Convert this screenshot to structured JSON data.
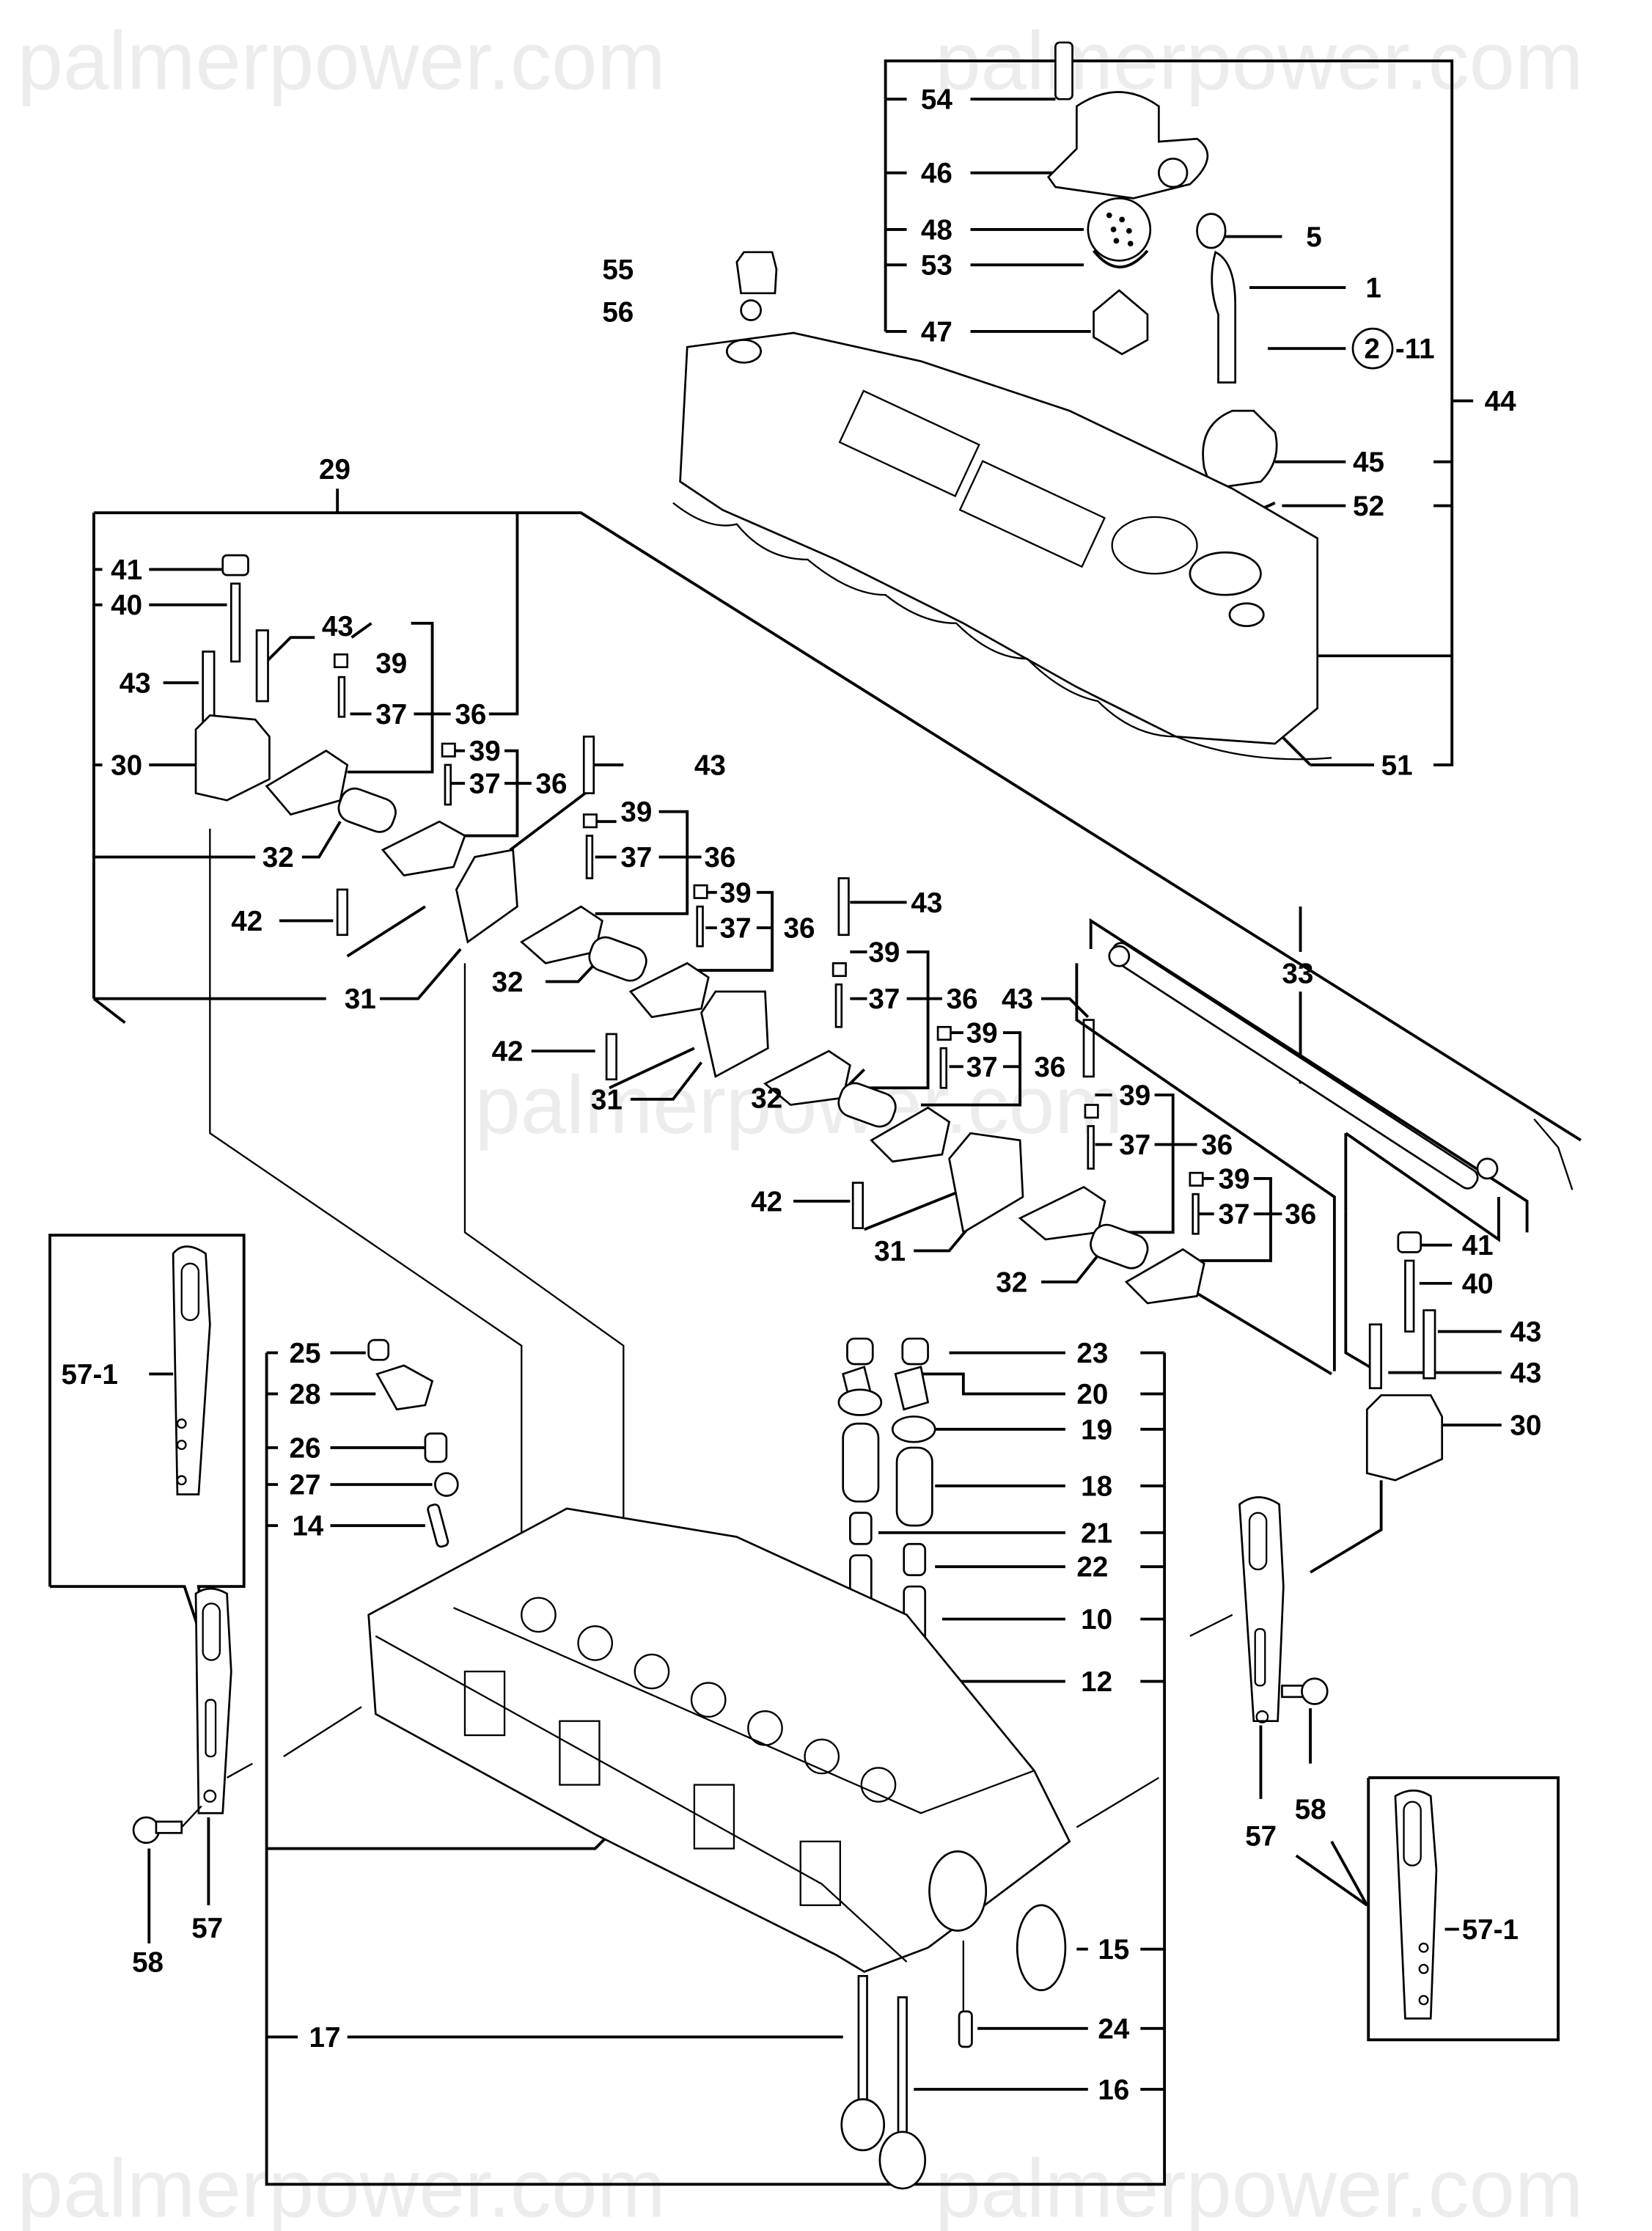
{
  "watermarks": {
    "top_left": "palmerpower.com",
    "top_right": "palmerpower.com",
    "middle": "palmerpower.com",
    "bottom_left": "palmerpower.com",
    "bottom_right": "palmerpower.com"
  },
  "callouts": {
    "c54": "54",
    "c46": "46",
    "c48": "48",
    "c53": "53",
    "c47": "47",
    "c5": "5",
    "c1": "1",
    "c2": "2",
    "c11": "-11",
    "c44": "44",
    "c45": "45",
    "c52": "52",
    "c51": "51",
    "c55": "55",
    "c56": "56",
    "c29": "29",
    "g1_41": "41",
    "g1_40": "40",
    "g1_43a": "43",
    "g1_43b": "43",
    "g1_30": "30",
    "g1_39a": "39",
    "g1_37a": "37",
    "g1_36a": "36",
    "g1_39b": "39",
    "g1_37b": "37",
    "g1_36b": "36",
    "g1_32": "32",
    "g1_43c": "43",
    "g1_42": "42",
    "g1_31": "31",
    "g2_39a": "39",
    "g2_37a": "37",
    "g2_36a": "36",
    "g2_39b": "39",
    "g2_37b": "37",
    "g2_36b": "36",
    "g2_43": "43",
    "g2_32": "32",
    "g2_42": "42",
    "g2_31": "31",
    "g3_39a": "39",
    "g3_37a": "37",
    "g3_36a": "36",
    "g3_43": "43",
    "g3_39b": "39",
    "g3_37b": "37",
    "g3_36b": "36",
    "g3_32": "32",
    "g3_42": "42",
    "g3_31": "31",
    "g4_39a": "39",
    "g4_37a": "37",
    "g4_36a": "36",
    "g4_39b": "39",
    "g4_37b": "37",
    "g4_36b": "36",
    "g4_32": "32",
    "c33": "33",
    "r_41": "41",
    "r_40": "40",
    "r_43a": "43",
    "r_43b": "43",
    "r_30": "30",
    "c57_1_left": "57-1",
    "c25": "25",
    "c28": "28",
    "c26": "26",
    "c27": "27",
    "c14": "14",
    "c23": "23",
    "c20": "20",
    "c19": "19",
    "c18": "18",
    "c21": "21",
    "c22": "22",
    "c10": "10",
    "c12": "12",
    "c58_left": "58",
    "c57_left": "57",
    "c58_right": "58",
    "c57_right": "57",
    "c57_1_right": "57-1",
    "c15": "15",
    "c17": "17",
    "c24": "24",
    "c16": "16"
  }
}
